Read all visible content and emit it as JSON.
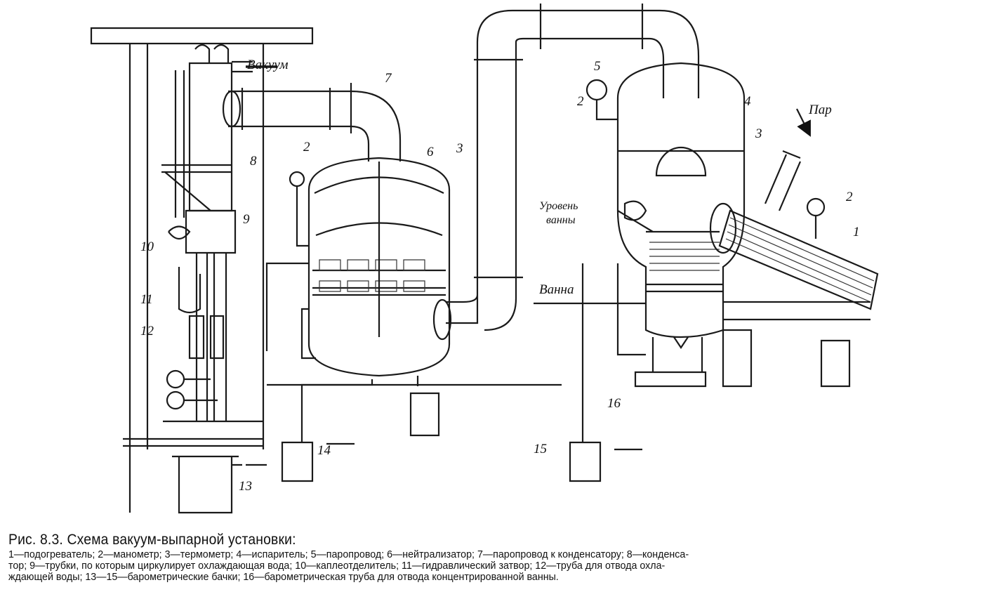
{
  "labels": {
    "vacuum": "Вакуум",
    "steam": "Пар",
    "bath_level": [
      "Уровень",
      "ванны"
    ],
    "bath": "Ванна",
    "n1": "1",
    "n2a": "2",
    "n2b": "2",
    "n2c": "2",
    "n3a": "3",
    "n3b": "3",
    "n4": "4",
    "n5": "5",
    "n6": "6",
    "n7": "7",
    "n8": "8",
    "n9": "9",
    "n10": "10",
    "n11": "11",
    "n12": "12",
    "n13": "13",
    "n14": "14",
    "n15": "15",
    "n16": "16"
  },
  "caption": {
    "title": "Рис. 8.3. Схема вакуум-выпарной установки:",
    "lines": [
      "1—подогреватель; 2—манометр; 3—термометр; 4—испаритель; 5—паропровод; 6—нейтрализатор; 7—паропровод к конденсатору; 8—конденса-",
      "тор; 9—трубки, по которым циркулирует охлаждающая вода; 10—каплеотделитель; 11—гидравлический затвор; 12—труба для отвода охла-",
      "ждающей воды; 13—15—барометрические бачки; 16—барометрическая труба для отвода концентрированной ванны."
    ]
  }
}
